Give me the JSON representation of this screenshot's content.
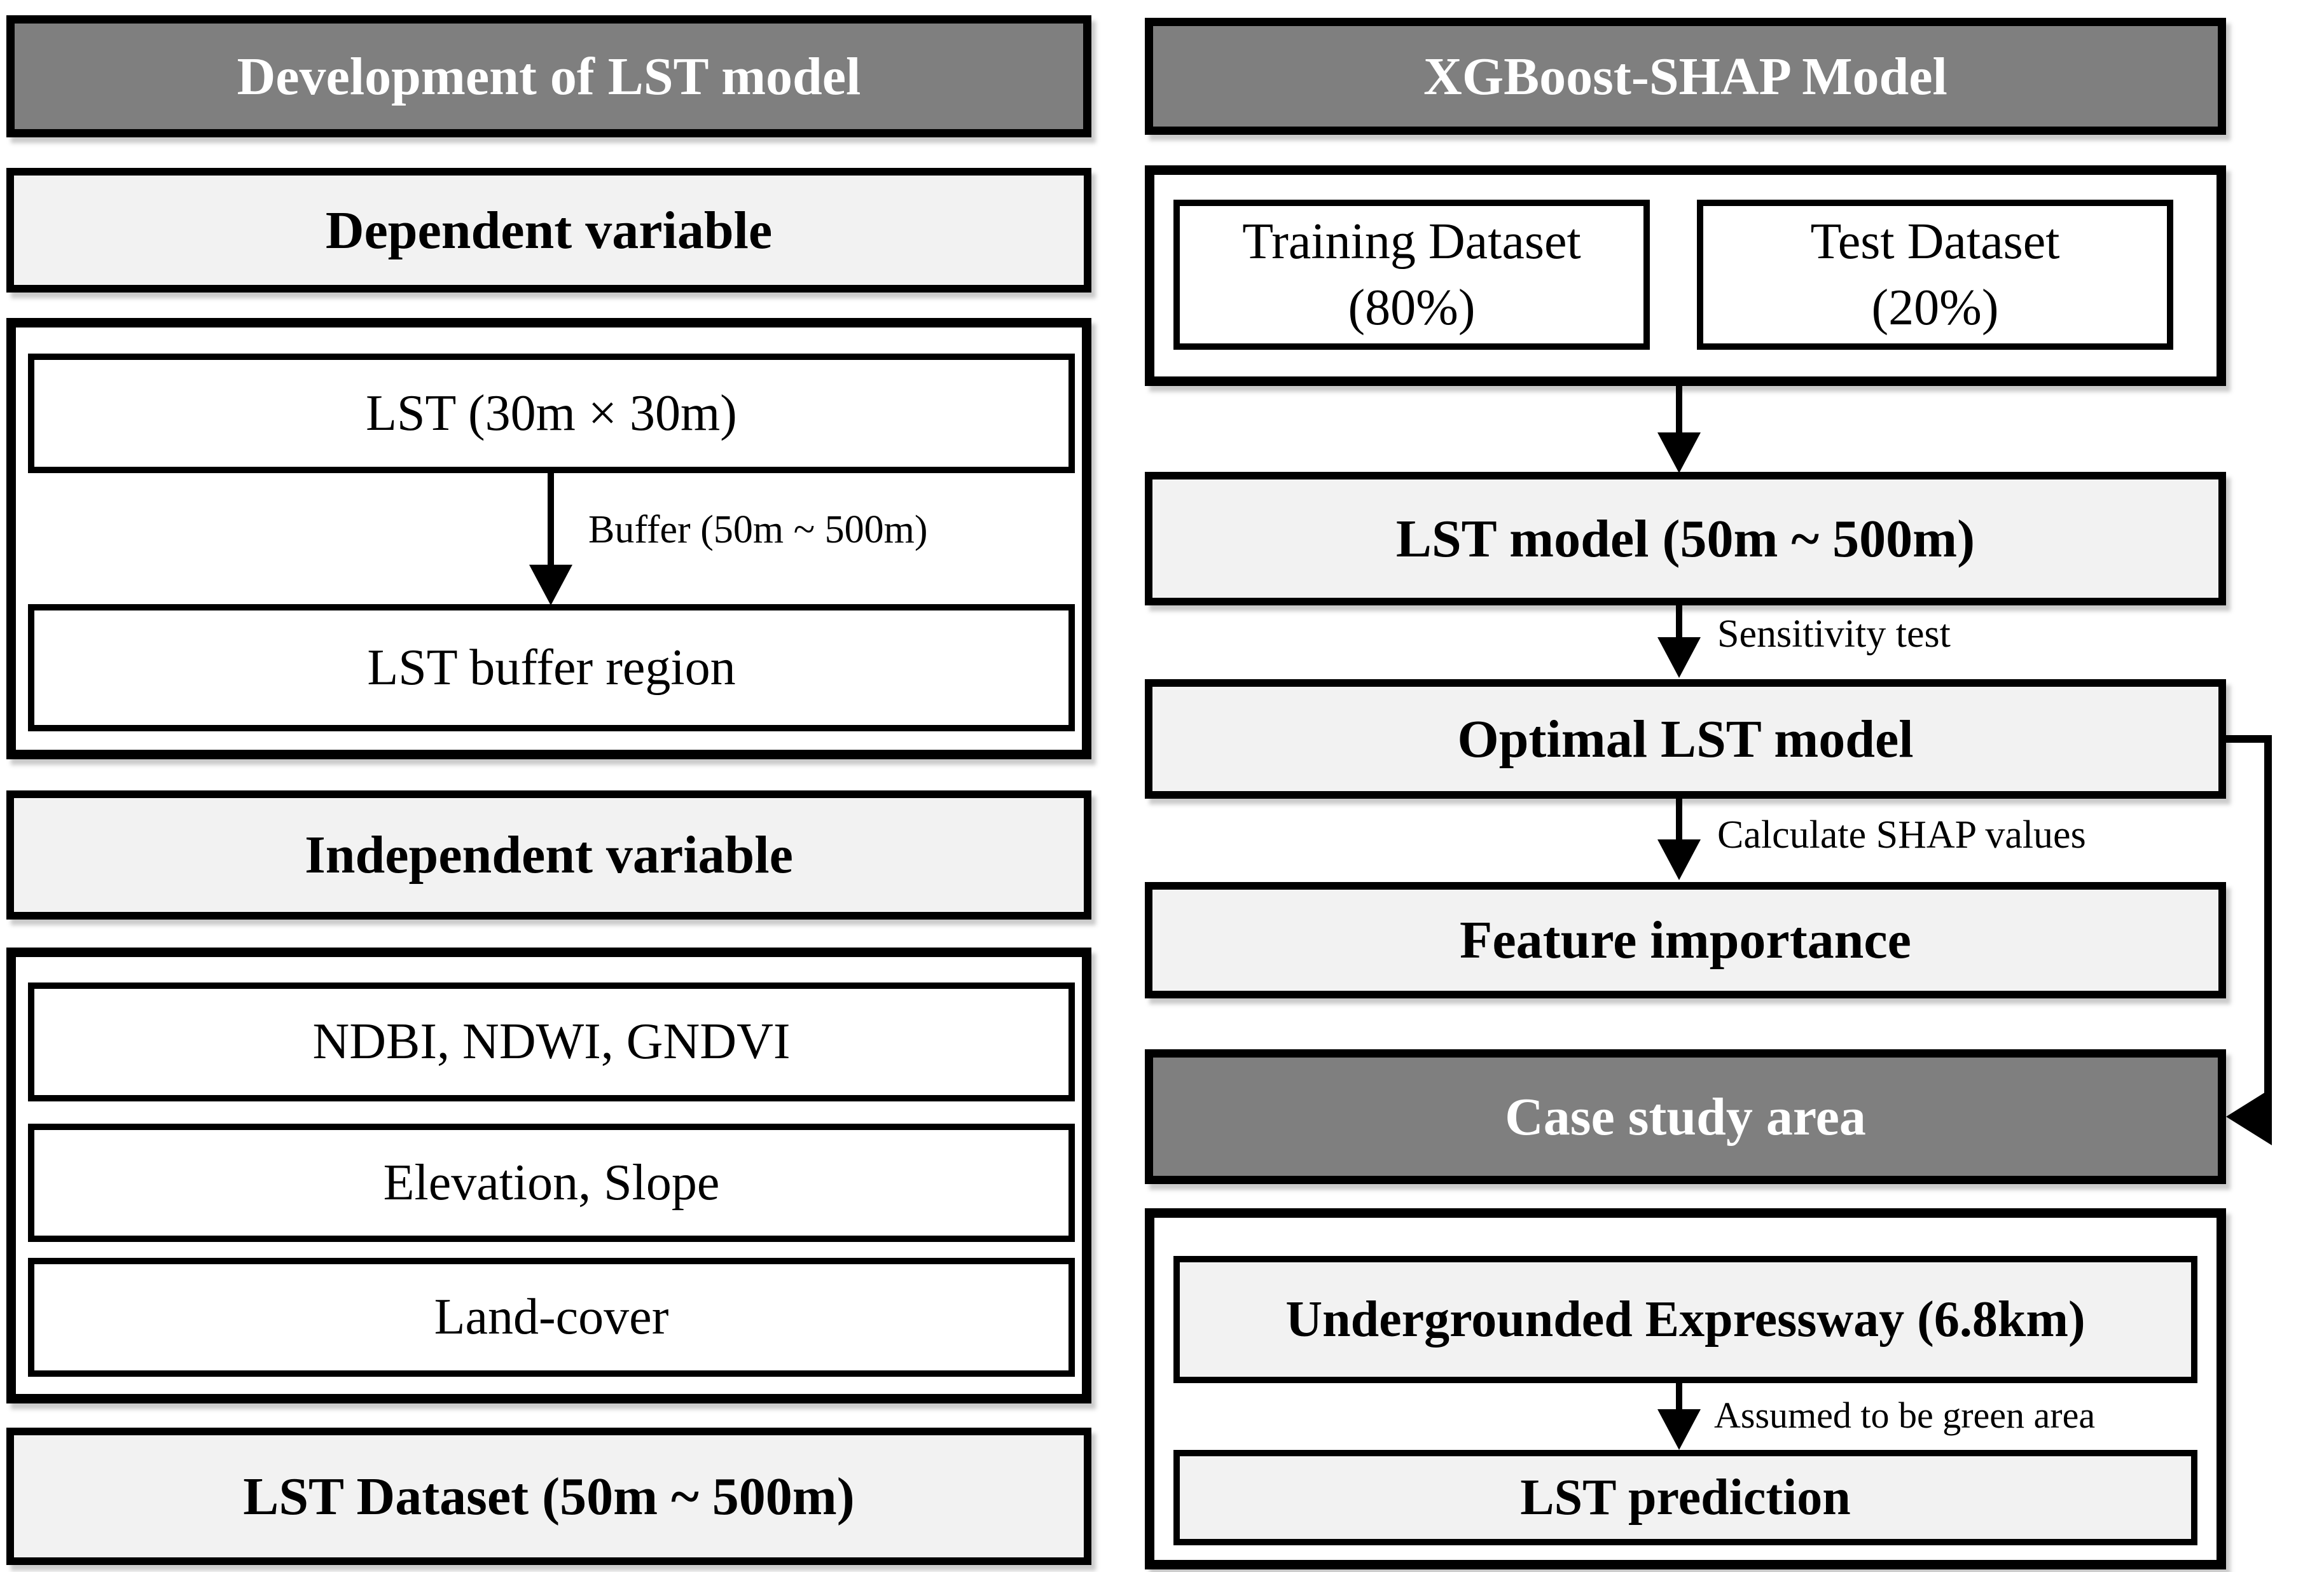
{
  "colors": {
    "header_bg": "#7f7f7f",
    "header_text": "#ffffff",
    "light_box_bg": "#f2f2f2",
    "white_box_bg": "#ffffff",
    "border": "#000000",
    "page_bg": "#ffffff"
  },
  "left_column": {
    "header": "Development of LST model",
    "dependent_variable": "Dependent variable",
    "lst_box": "LST (30m × 30m)",
    "buffer_label": "Buffer (50m ~ 500m)",
    "lst_buffer_box": "LST buffer region",
    "independent_variable": "Independent variable",
    "indices_box": "NDBI, NDWI,  GNDVI",
    "terrain_box": "Elevation, Slope",
    "landcover_box": "Land-cover",
    "dataset_box": "LST Dataset (50m ~ 500m)"
  },
  "right_column": {
    "header": "XGBoost-SHAP Model",
    "training": {
      "line1": "Training Dataset",
      "line2": "(80%)"
    },
    "test": {
      "line1": "Test Dataset",
      "line2": "(20%)"
    },
    "lst_model": "LST model (50m ~ 500m)",
    "sensitivity_label": "Sensitivity test",
    "optimal_model": "Optimal LST model",
    "shap_label": "Calculate SHAP values",
    "feature_importance": "Feature importance",
    "case_study": "Case study area",
    "expressway_box": "Undergrounded Expressway (6.8km)",
    "assumed_label": "Assumed to be green area",
    "prediction_box": "LST prediction"
  }
}
